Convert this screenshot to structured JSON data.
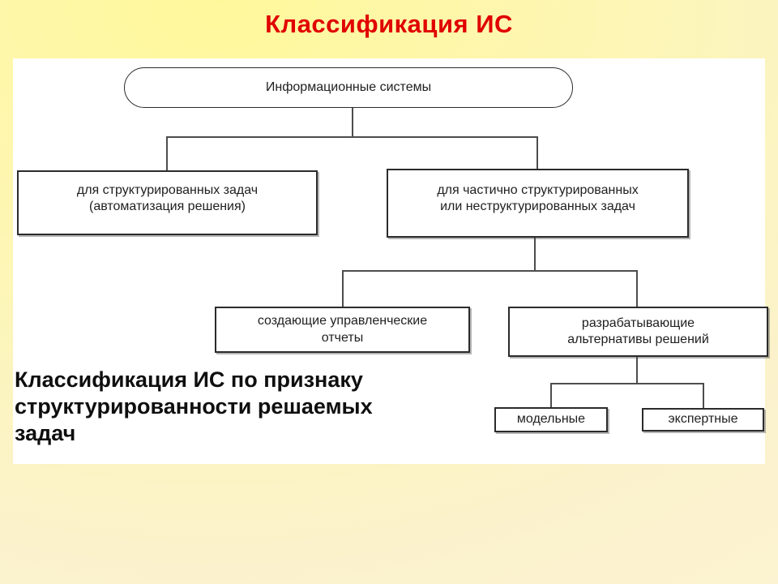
{
  "title": "Классификация ИС",
  "diagram": {
    "root": "Информационные системы",
    "structured": {
      "line1": "для структурированных задач",
      "line2": "(автоматизация решения)"
    },
    "semi_structured": {
      "line1": "для частично структурированных",
      "line2": "или неструктурированных задач"
    },
    "reports": {
      "line1": "создающие управленческие",
      "line2": "отчеты"
    },
    "alternatives": {
      "line1": "разрабатывающие",
      "line2": "альтернативы решений"
    },
    "model": "модельные",
    "expert": "экспертные"
  },
  "caption": {
    "lines": [
      "Классификация ИС по признаку",
      "структурированности решаемых",
      "задач"
    ]
  },
  "colors": {
    "title_red": "#e00000",
    "background_yellow": "#fff89b",
    "background_cream": "#fbf2cd",
    "panel_white": "#ffffff",
    "connector_gray": "#4d4d4d",
    "box_border": "#2b2b2b"
  }
}
